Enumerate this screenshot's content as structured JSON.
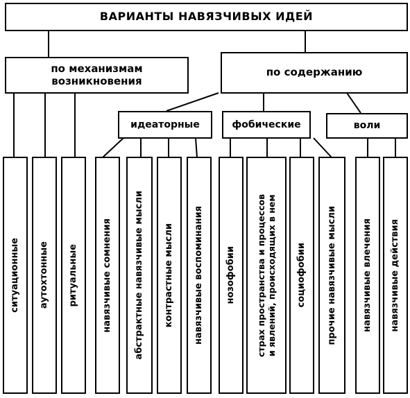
{
  "title": "ВАРИАНТЫ НАВЯЗЧИВЫХ ИДЕЙ",
  "groups": {
    "mechanism": "по механизмам возникновения",
    "content": "по содержанию"
  },
  "subgroups": {
    "ideational": "идеаторные",
    "phobic": "фобические",
    "will": "воли"
  },
  "leaves": [
    "ситуационные",
    "аутохтонные",
    "ритуальные",
    "навязчивые сомнения",
    "абстрактные навязчивые мысли",
    "контрастные мысли",
    "навязчивые воспоминания",
    "нозофобии",
    "страх пространства и процессов\nи явлений, происходящих в нем",
    "социофобии",
    "прочие навязчивые мысли",
    "навязчивые влечения",
    "навязчивые действия"
  ]
}
